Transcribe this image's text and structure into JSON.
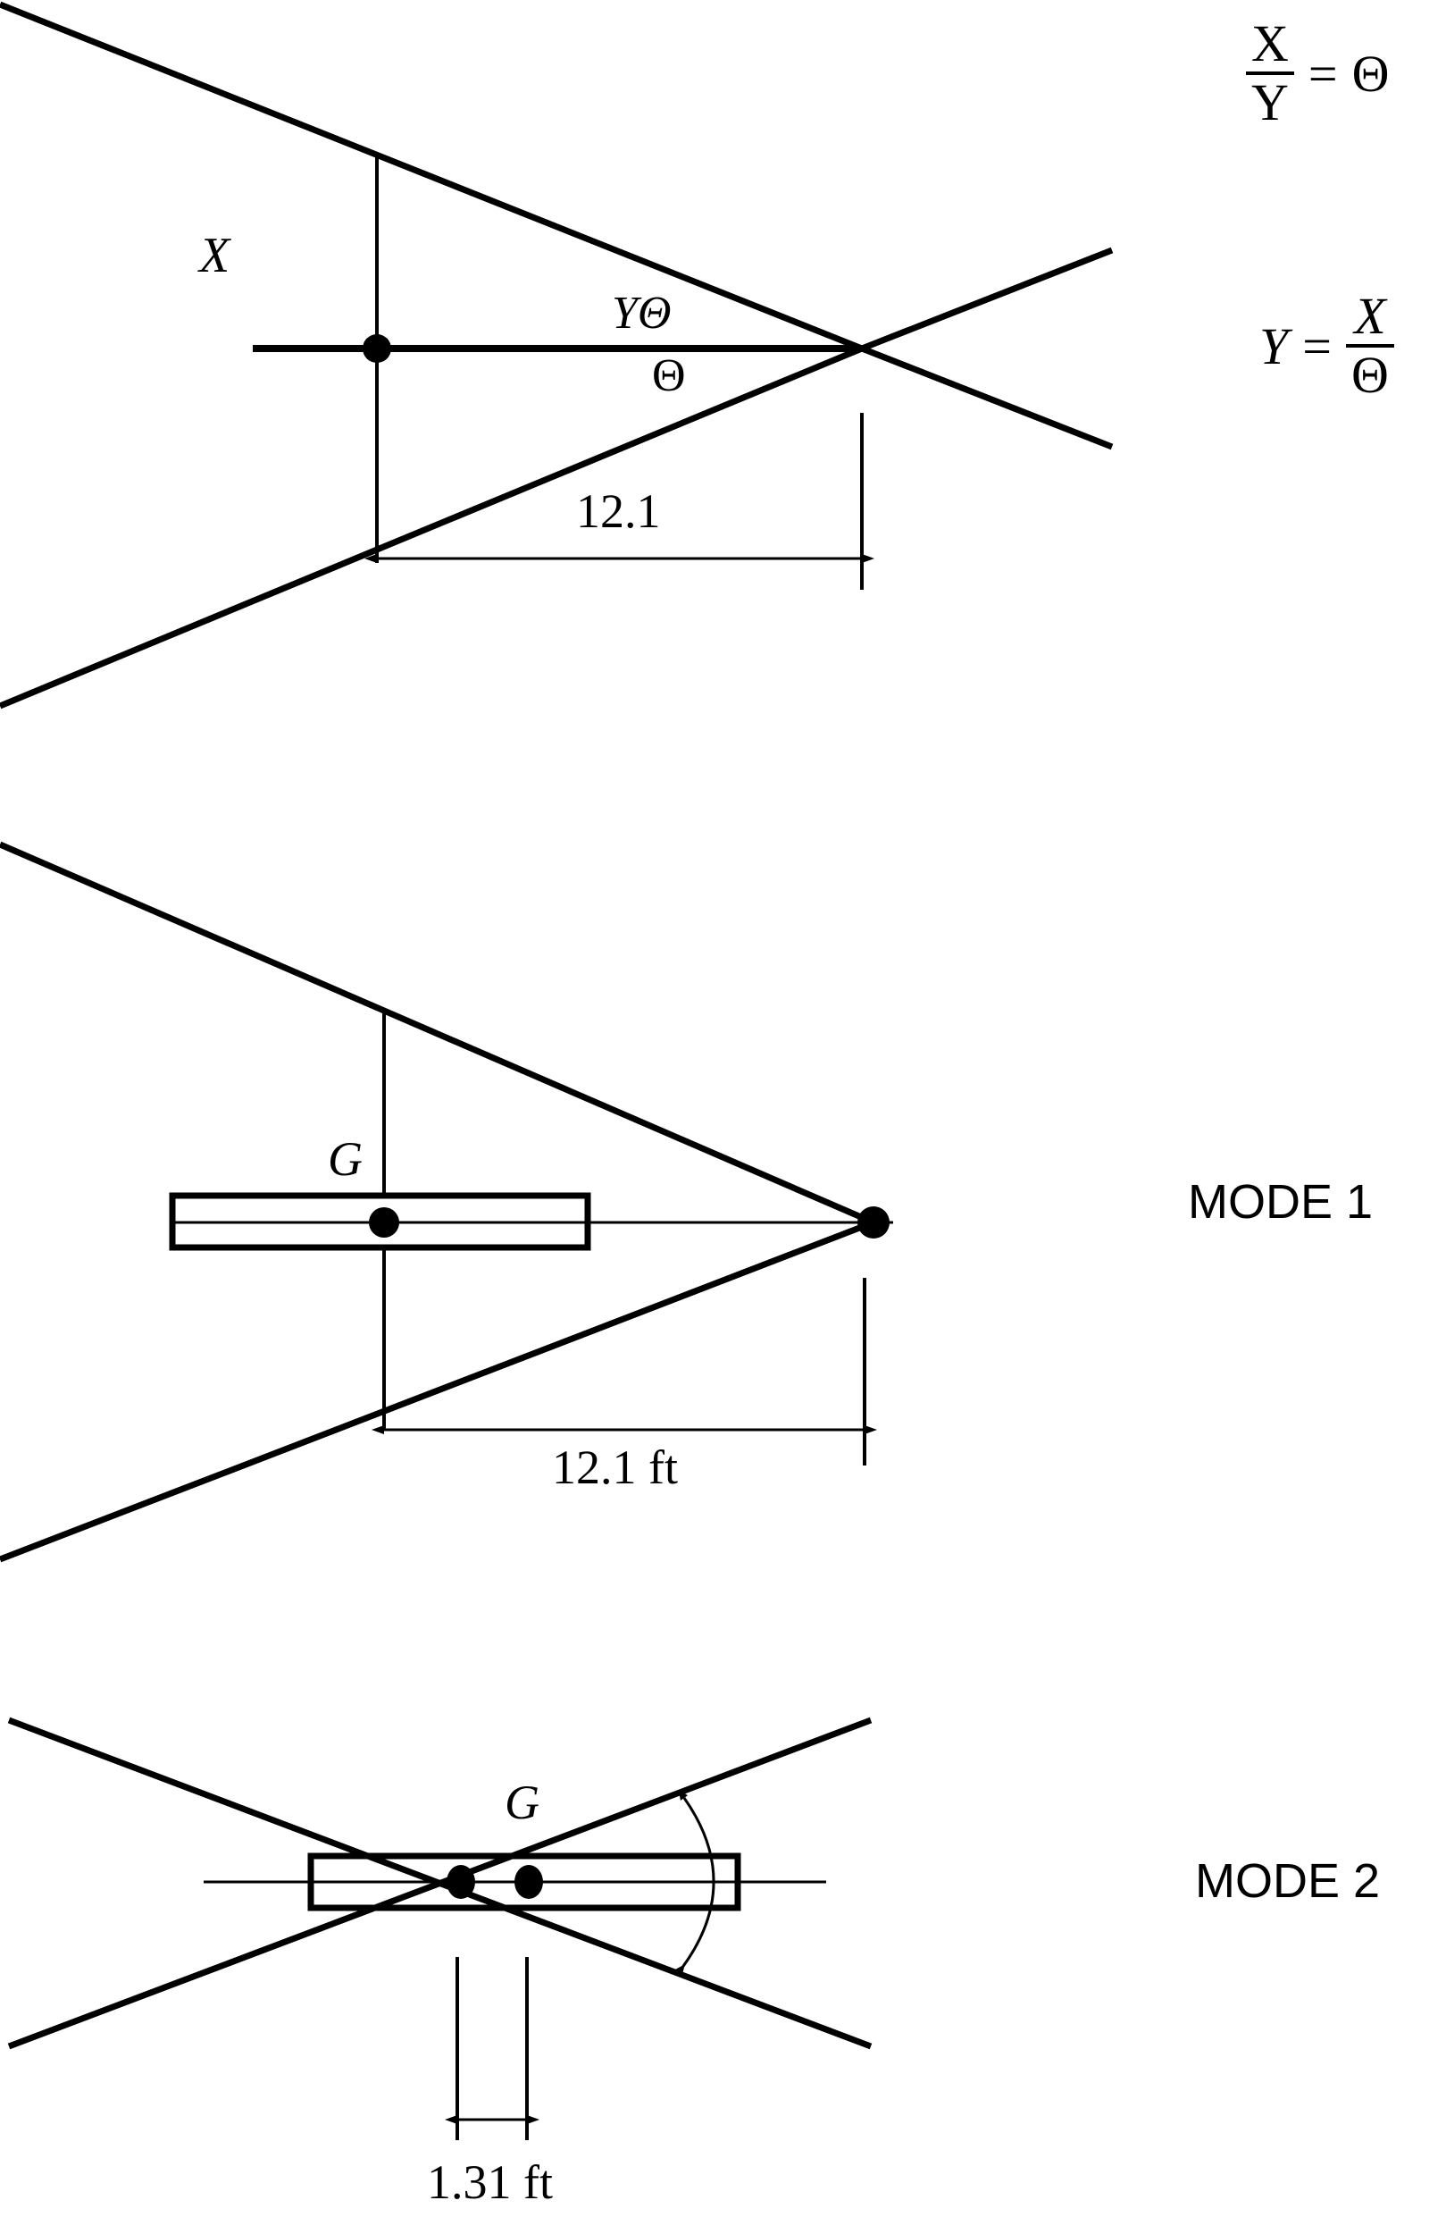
{
  "figure": {
    "title": "Ranging geometry: Mode 1 and Mode 2 convergence diagrams",
    "background_color": "#ffffff",
    "line_color": "#000000"
  },
  "equations": {
    "eq1": {
      "numerator": "X",
      "denominator": "Y",
      "equals": "=",
      "result": "Θ"
    },
    "eq2": {
      "lhs": "Y",
      "equals": "=",
      "numerator": "X",
      "denominator": "Θ"
    }
  },
  "panel_top": {
    "label_x": "X",
    "label_y_theta": "YΘ",
    "label_theta": "Θ",
    "dimension_value": "12.1"
  },
  "panel_mode1": {
    "mode_label": "MODE 1",
    "cg_label": "G",
    "dimension_value": "12.1 ft"
  },
  "panel_mode2": {
    "mode_label": "MODE 2",
    "cg_label": "G",
    "dimension_value": "1.31 ft"
  },
  "chart_data": {
    "type": "diagram",
    "title": "Ranging geometry: Mode 1 and Mode 2",
    "panels": [
      {
        "name": "top-geometry",
        "elements": [
          "upper ray descending left-to-right",
          "lower ray ascending left-to-right",
          "thick horizontal baseline with node dot",
          "vertical line through node",
          "dimension arrow labelled 12.1"
        ],
        "labels": [
          "X",
          "YΘ",
          "Θ",
          "12.1"
        ],
        "convergence_distance": 12.1
      },
      {
        "name": "mode-1",
        "elements": [
          "upper ray descending to vertex",
          "lower ray ascending to vertex",
          "hull rectangle with centreline",
          "centre-of-gravity dot",
          "vertex dot",
          "dimension arrow labelled 12.1 ft"
        ],
        "labels": [
          "G",
          "12.1 ft",
          "MODE 1"
        ],
        "convergence_distance_ft": 12.1
      },
      {
        "name": "mode-2",
        "elements": [
          "two crossing rays forming an X over the hull",
          "hull rectangle with centreline",
          "crossing-point dot",
          "centre-of-gravity dot",
          "curved double-headed arc arrow",
          "dimension arrow labelled 1.31 ft"
        ],
        "labels": [
          "G",
          "1.31 ft",
          "MODE 2"
        ],
        "offset_distance_ft": 1.31
      }
    ]
  }
}
